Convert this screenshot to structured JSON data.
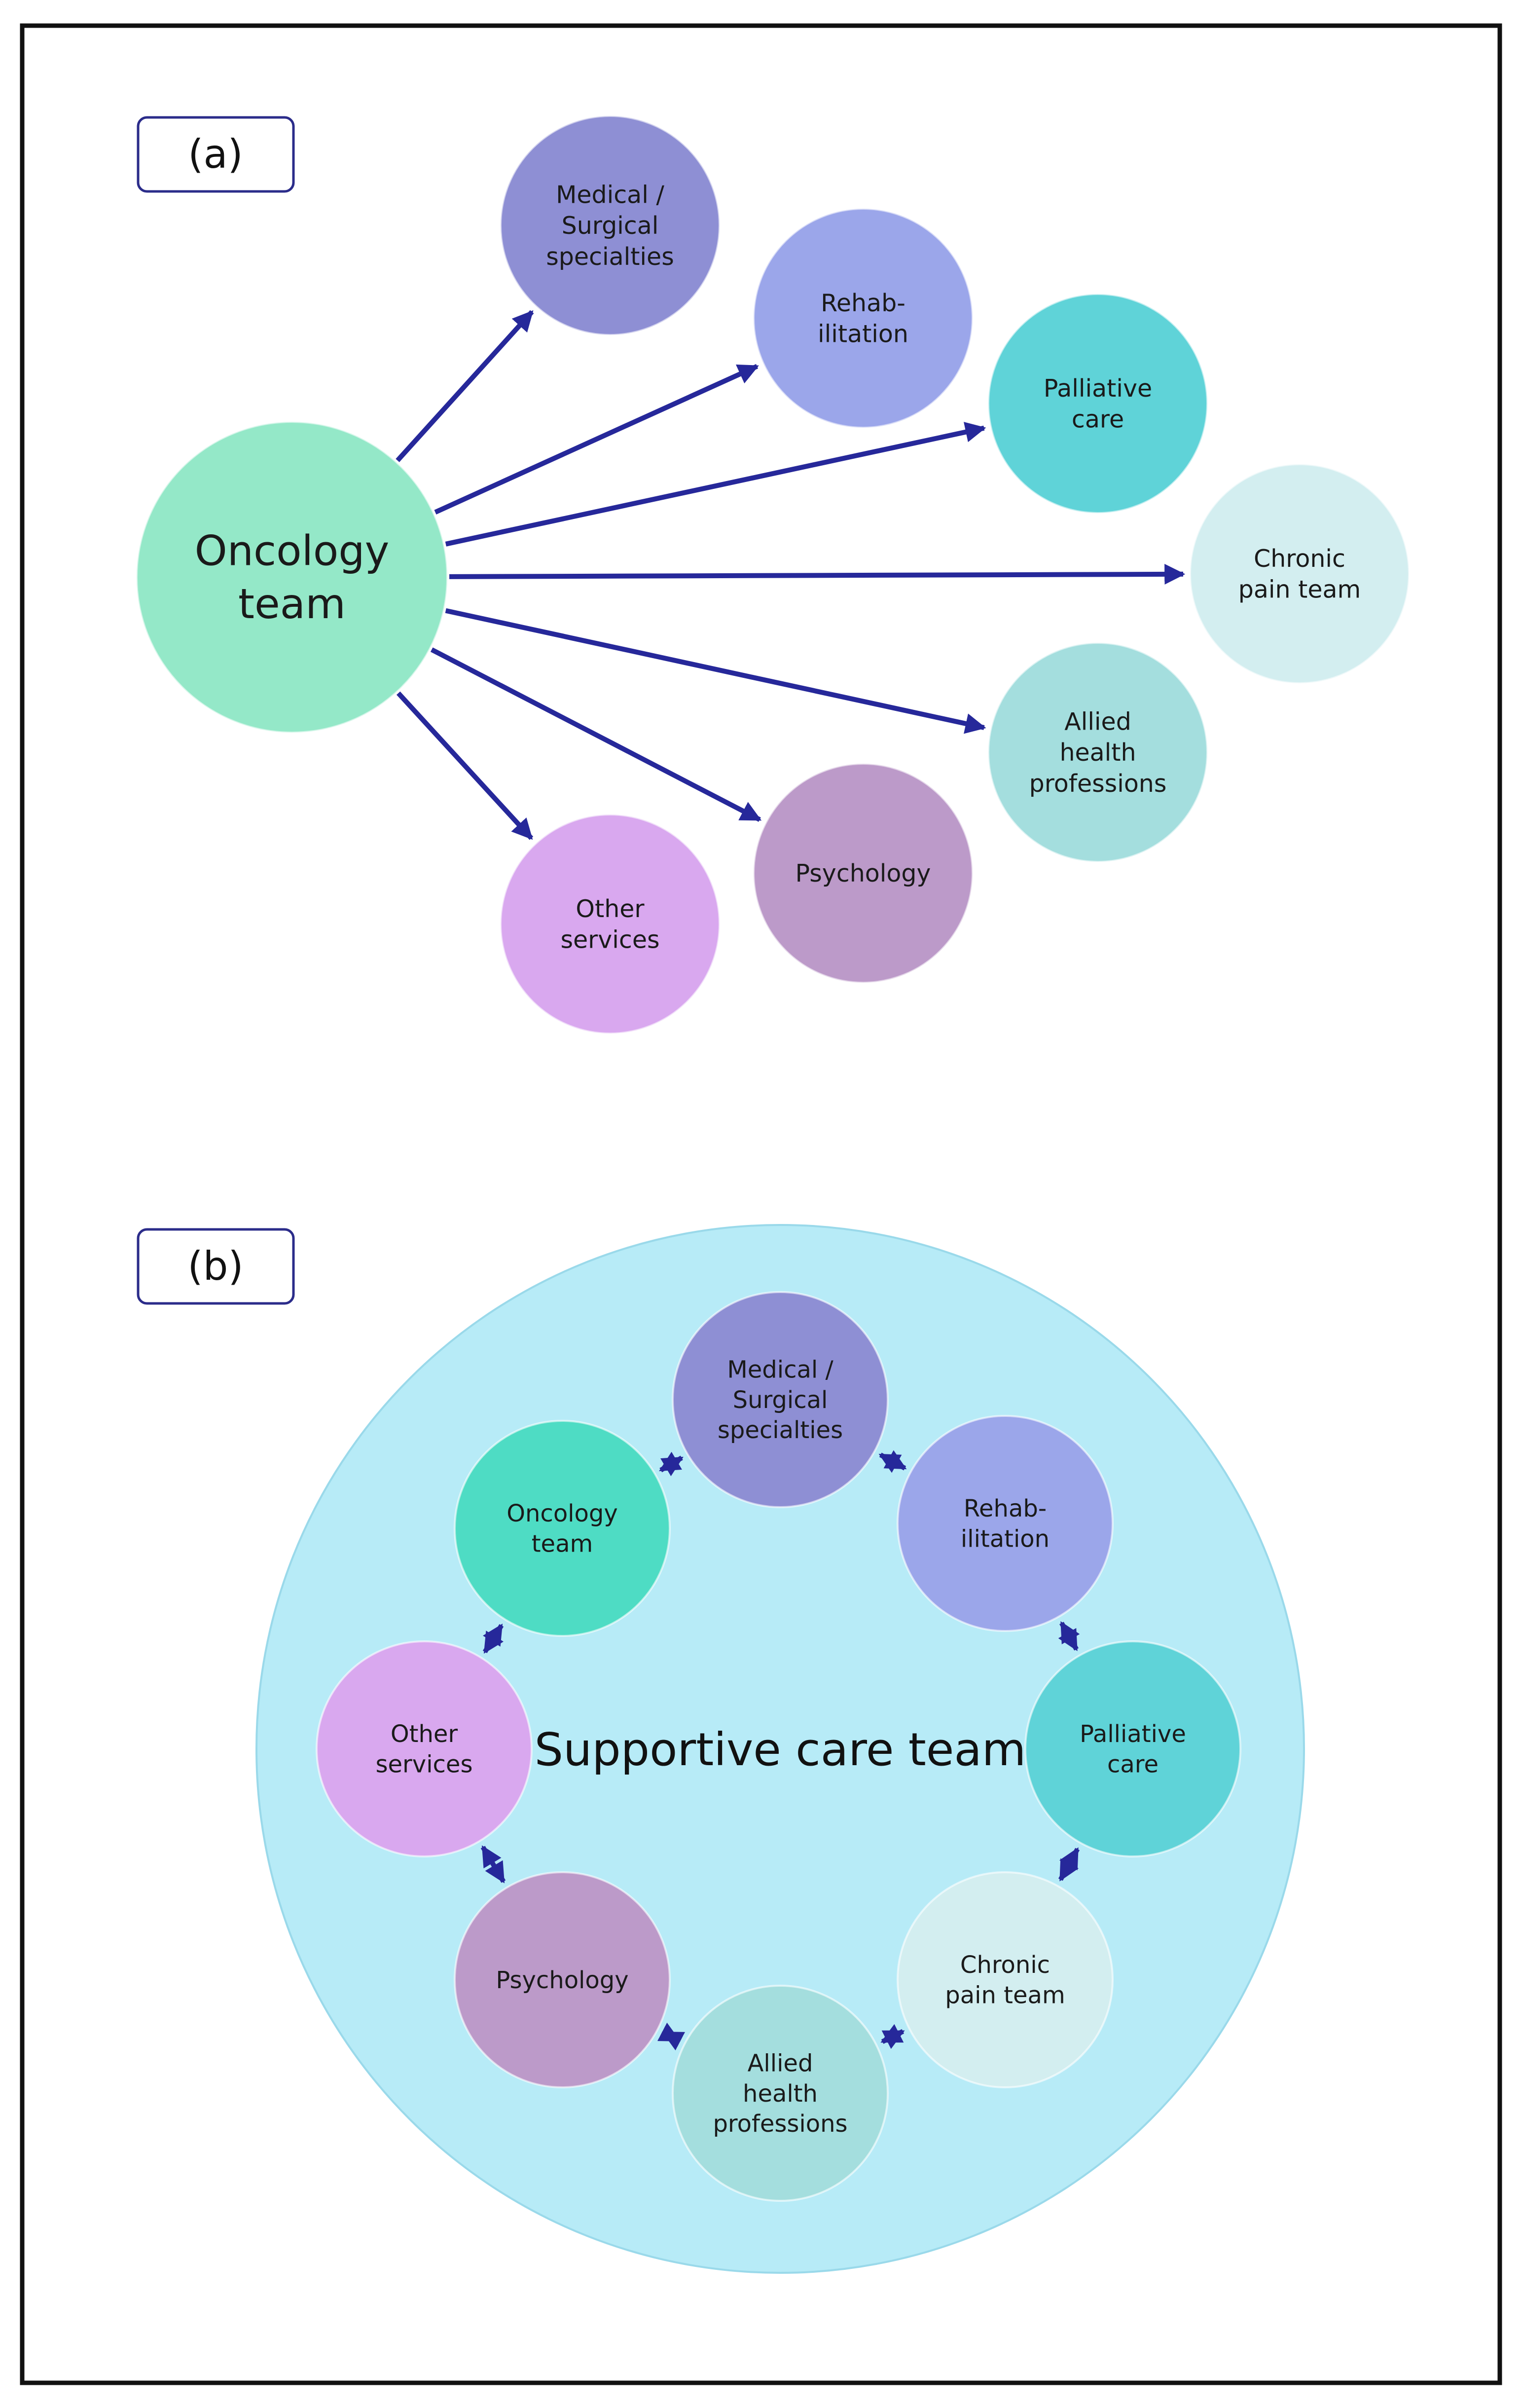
{
  "panel_a": {
    "label": "(a)",
    "hub": {
      "label": "Oncology team",
      "color": "#94e8c8"
    },
    "nodes": [
      {
        "id": "medical",
        "label": "Medical / Surgical specialties",
        "color": "#8e8fd4"
      },
      {
        "id": "rehab",
        "label": "Rehab- ilitation",
        "color": "#9ba6ea"
      },
      {
        "id": "palliative",
        "label": "Palliative care",
        "color": "#5fd3d8"
      },
      {
        "id": "chronic",
        "label": "Chronic pain team",
        "color": "#d3eef0"
      },
      {
        "id": "allied",
        "label": "Allied health professions",
        "color": "#a4dede"
      },
      {
        "id": "psychology",
        "label": "Psychology",
        "color": "#bc9ac9"
      },
      {
        "id": "other",
        "label": "Other services",
        "color": "#d9a8ef"
      }
    ]
  },
  "panel_b": {
    "label": "(b)",
    "center_label": "Supportive care team",
    "background_color": "#b7ebf7",
    "nodes": [
      {
        "id": "medical",
        "label": "Medical / Surgical specialties",
        "color": "#8e8fd4"
      },
      {
        "id": "rehab",
        "label": "Rehab- ilitation",
        "color": "#9ba6ea"
      },
      {
        "id": "palliative",
        "label": "Palliative care",
        "color": "#5fd3d8"
      },
      {
        "id": "chronic",
        "label": "Chronic pain team",
        "color": "#d3eef0"
      },
      {
        "id": "allied",
        "label": "Allied health professions",
        "color": "#a4dede"
      },
      {
        "id": "psychology",
        "label": "Psychology",
        "color": "#bc9ac9"
      },
      {
        "id": "other",
        "label": "Other services",
        "color": "#d9a8ef"
      },
      {
        "id": "oncology",
        "label": "Oncology team",
        "color": "#4edcc4"
      }
    ]
  },
  "colors": {
    "arrow": "#26289a",
    "frame": "#111111",
    "label_box_border": "#2b2c8a"
  }
}
